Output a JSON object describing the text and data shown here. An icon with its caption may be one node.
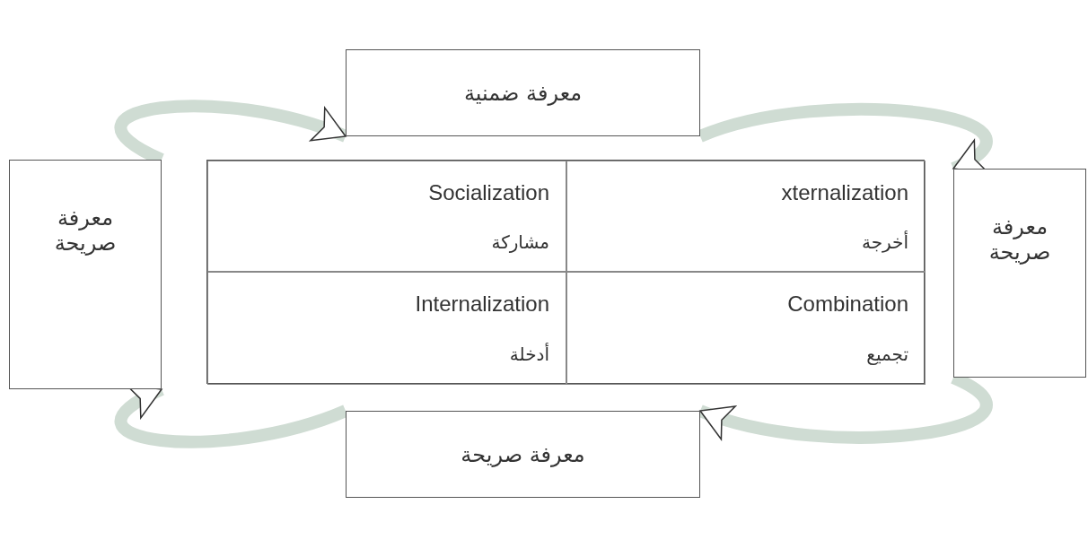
{
  "diagram": {
    "nodes": [
      {
        "text": [
          "معرفة ضمنية"
        ]
      },
      {
        "text": [
          "معرفة صريحة"
        ]
      },
      {
        "text": [],
        "shape": "box"
      },
      {
        "text": [
          "Socialization",
          "مشاركة"
        ],
        "in": 2
      },
      {
        "text": [
          "xternalization",
          "أخرجة"
        ],
        "in": 2
      },
      {
        "text": [
          "Internalization",
          "أدخلة"
        ],
        "in": 2
      },
      {
        "text": [
          "Combination",
          "تجميع"
        ],
        "in": 2
      },
      {
        "text": [
          "معرفة صريحة"
        ]
      },
      {
        "text": [
          "معرفة صريحة"
        ]
      }
    ],
    "edges": [
      {
        "from": 1,
        "to": 0,
        "arrow": "to"
      },
      {
        "from": 0,
        "to": 7,
        "arrow": "to"
      },
      {
        "from": 7,
        "to": 8,
        "arrow": "to"
      },
      {
        "from": 8,
        "to": 1,
        "arrow": "to"
      }
    ]
  }
}
